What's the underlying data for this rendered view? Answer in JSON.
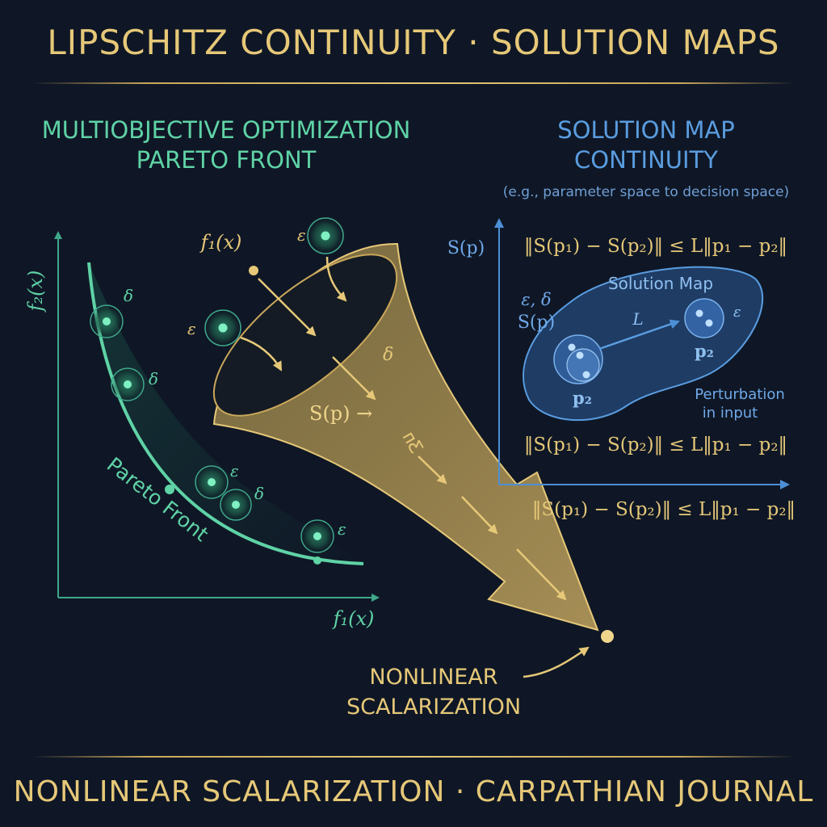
{
  "header": {
    "title": "LIPSCHITZ CONTINUITY · SOLUTION MAPS"
  },
  "footer": {
    "title": "NONLINEAR SCALARIZATION · CARPATHIAN JOURNAL"
  },
  "left_panel": {
    "heading_line1": "MULTIOBJECTIVE OPTIMIZATION",
    "heading_line2": "PARETO FRONT",
    "y_axis_label": "f₂(x)",
    "x_axis_label": "f₁(x)",
    "curve_label": "Pareto Front",
    "point_labels": [
      "δ",
      "δ",
      "ε",
      "δ",
      "ε"
    ]
  },
  "funnel": {
    "input_label": "f₁(x)",
    "epsilon_label_top": "ε",
    "epsilon_label_left": "ε",
    "delta_label": "δ",
    "map_label": "S(p) →",
    "scribble_label": "ᴨƸ",
    "output_label_line1": "NONLINEAR",
    "output_label_line2": "SCALARIZATION"
  },
  "right_panel": {
    "heading_line1": "SOLUTION MAP",
    "heading_line2": "CONTINUITY",
    "subtitle": "(e.g., parameter space to decision space)",
    "y_axis_label": "S(p)",
    "inequality": "‖S(p₁) − S(p₂)‖ ≤ L‖p₁ − p₂‖",
    "blob_title": "Solution Map",
    "eps_delta_label": "ε, δ",
    "sp_label": "S(p)",
    "lipschitz_label": "L",
    "point_left_label": "p₂",
    "point_right_label": "p₂",
    "epsilon_right": "ε",
    "perturbation_line1": "Perturbation",
    "perturbation_line2": "in input"
  },
  "colors": {
    "background": "#0f1726",
    "gold": "#e6c878",
    "teal": "#5fd3a6",
    "blue": "#5a9de0"
  }
}
